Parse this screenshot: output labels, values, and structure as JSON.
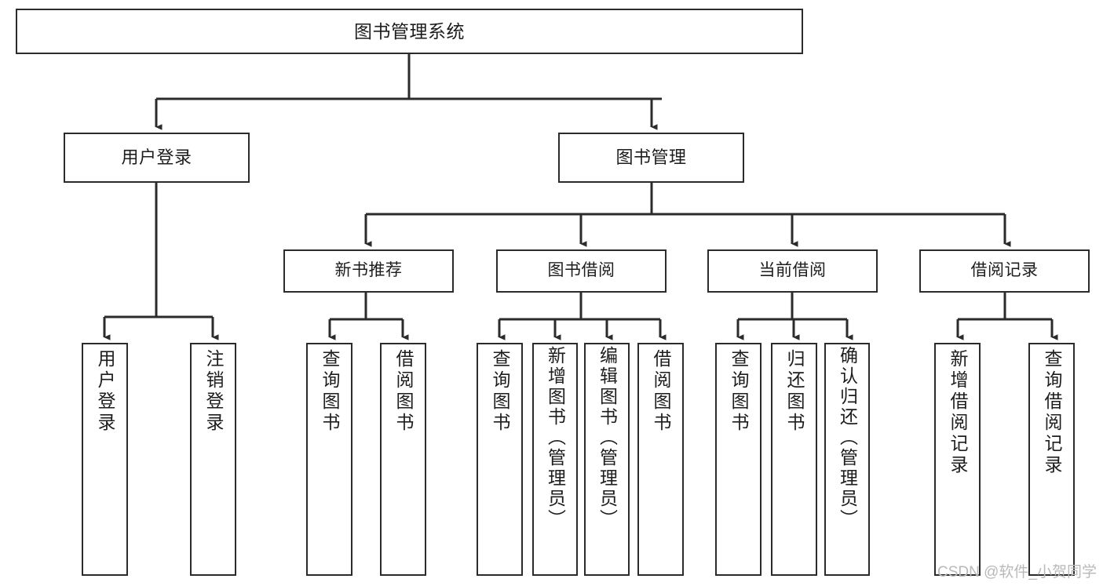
{
  "diagram": {
    "title": "图书管理系统",
    "type": "tree",
    "style": {
      "box_border_color": "#2b2b2b",
      "box_fill_color": "#ffffff",
      "connector_color": "#2b2b2b",
      "background_color": "#ffffff",
      "text_color": "#1d1d1d"
    },
    "root": {
      "label": "图书管理系统"
    },
    "level2": [
      {
        "label": "用户登录"
      },
      {
        "label": "图书管理"
      }
    ],
    "level3": [
      {
        "label": "新书推荐"
      },
      {
        "label": "图书借阅"
      },
      {
        "label": "当前借阅"
      },
      {
        "label": "借阅记录"
      }
    ],
    "leaves": [
      {
        "label": "用户登录",
        "parent": "用户登录"
      },
      {
        "label": "注销登录",
        "parent": "用户登录"
      },
      {
        "label": "查询图书",
        "parent": "新书推荐"
      },
      {
        "label": "借阅图书",
        "parent": "新书推荐"
      },
      {
        "label": "查询图书",
        "parent": "图书借阅"
      },
      {
        "label": "新增图书（管理员）",
        "parent": "图书借阅"
      },
      {
        "label": "编辑图书（管理员）",
        "parent": "图书借阅"
      },
      {
        "label": "借阅图书",
        "parent": "图书借阅"
      },
      {
        "label": "查询图书",
        "parent": "当前借阅"
      },
      {
        "label": "归还图书",
        "parent": "当前借阅"
      },
      {
        "label": "确认归还（管理员）",
        "parent": "当前借阅"
      },
      {
        "label": "新增借阅记录",
        "parent": "借阅记录"
      },
      {
        "label": "查询借阅记录",
        "parent": "借阅记录"
      }
    ]
  },
  "watermark": {
    "text": "CSDN @软件_小贺同学"
  }
}
